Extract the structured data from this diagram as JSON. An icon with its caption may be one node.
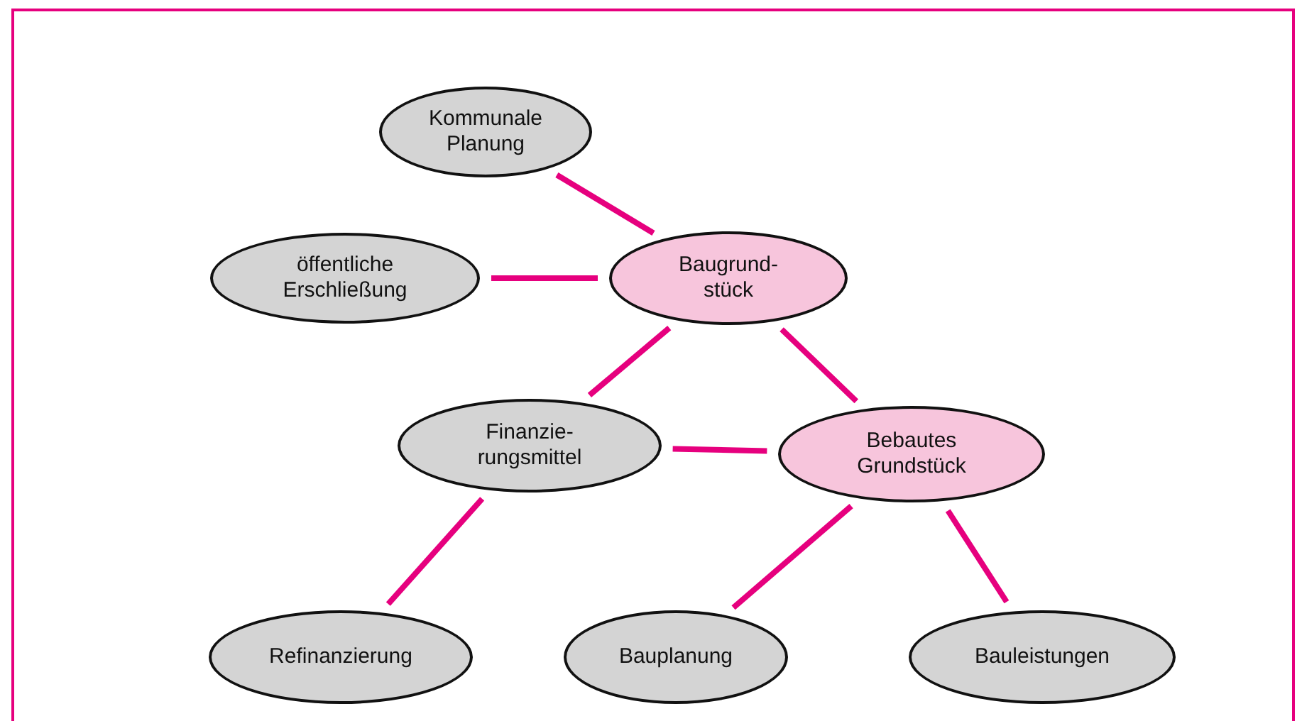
{
  "diagram": {
    "nodes": [
      {
        "text": [
          "Kommunale Planung"
        ]
      },
      {
        "text": [
          "öffentliche Erschließung"
        ]
      },
      {
        "text": [
          "Baugrund- stück"
        ]
      },
      {
        "text": [
          "Finanzie- rungsmittel"
        ]
      },
      {
        "text": [
          "Bebautes Grundstück"
        ]
      },
      {
        "text": [
          "Refinanzierung"
        ]
      },
      {
        "text": [
          "Bauplanung"
        ]
      },
      {
        "text": [
          "Bauleistungen"
        ]
      }
    ],
    "edges": [
      {
        "from": 0,
        "to": 2,
        "arrow": "none"
      },
      {
        "from": 1,
        "to": 2,
        "arrow": "none"
      },
      {
        "from": 2,
        "to": 3,
        "arrow": "none"
      },
      {
        "from": 2,
        "to": 4,
        "arrow": "none"
      },
      {
        "from": 3,
        "to": 4,
        "arrow": "none"
      },
      {
        "from": 3,
        "to": 5,
        "arrow": "none"
      },
      {
        "from": 4,
        "to": 6,
        "arrow": "none"
      },
      {
        "from": 4,
        "to": 7,
        "arrow": "none"
      }
    ]
  }
}
